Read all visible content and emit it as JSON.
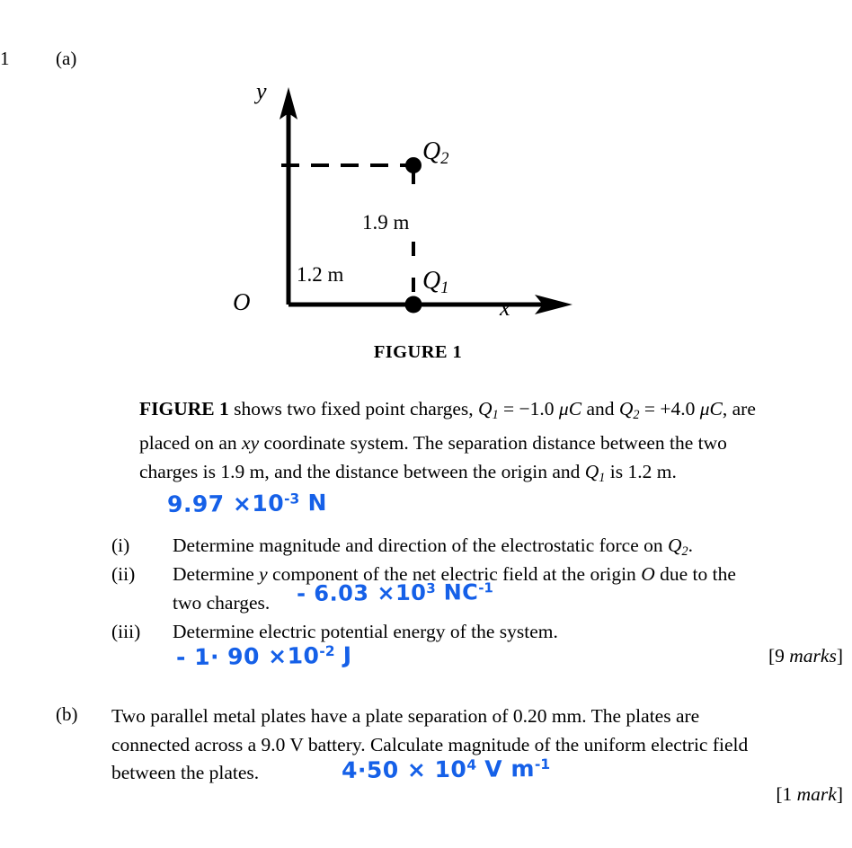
{
  "question": {
    "number": "1",
    "part_a_label": "(a)",
    "part_b_label": "(b)"
  },
  "figure": {
    "caption": "FIGURE 1",
    "axis_y_label": "y",
    "axis_x_label": "x",
    "origin_label": "O",
    "charge2_label": "Q",
    "charge2_sub": "2",
    "charge1_label": "Q",
    "charge1_sub": "1",
    "vertical_distance": "1.9 m",
    "horizontal_distance": "1.2 m"
  },
  "intro": {
    "bold_lead": "FIGURE 1",
    "text_1": " shows two fixed point charges, ",
    "q1_sym": "Q",
    "q1_sub": "1",
    "q1_value": " = −1.0 ",
    "q1_unit": "μC",
    "and": " and ",
    "q2_sym": "Q",
    "q2_sub": "2",
    "q2_value": " = +4.0 ",
    "q2_unit": "μC",
    "comma": ",",
    "text_2": "are placed on an ",
    "xy_italic": "xy",
    "text_3": " coordinate system. The separation distance between the two charges is 1.9 m, and the distance between the origin and ",
    "q1_sym_b": "Q",
    "q1_sub_b": "1",
    "text_4": " is 1.2 m."
  },
  "sub_items": [
    {
      "numeral": "(i)",
      "text_1": "Determine magnitude and direction of the electrostatic force on ",
      "sym": "Q",
      "sub": "2",
      "text_2": "."
    },
    {
      "numeral": "(ii)",
      "text_1": "Determine ",
      "italic_1": "y",
      "text_2": " component of the net electric field at the origin ",
      "italic_2": "O",
      "text_3": " due to the two charges."
    },
    {
      "numeral": "(iii)",
      "text_1": "Determine electric potential energy of the system.",
      "sym": "",
      "sub": "",
      "text_2": ""
    }
  ],
  "part_b": {
    "text": "Two parallel metal plates have a plate separation of 0.20 mm. The plates are connected across a 9.0 V battery. Calculate magnitude of the uniform electric field between the plates."
  },
  "marks": {
    "part_a": "[9 marks]",
    "part_a_number": "9",
    "part_a_word": "marks",
    "part_b": "[1 mark]",
    "part_b_number": "1",
    "part_b_word": "mark"
  },
  "handwritten_answers": {
    "ink_color": "#1560e8",
    "answer_i": {
      "mantissa": "9.97 ×10",
      "exponent": "-3",
      "unit": " N"
    },
    "answer_ii": {
      "mantissa": "- 6.03 ×10",
      "exponent": "3",
      "unit": " NC",
      "unit_exponent": "-1"
    },
    "answer_iii": {
      "mantissa": "- 1· 90 ×10",
      "exponent": "-2",
      "unit": " J"
    },
    "answer_b": {
      "mantissa": "4·50 × 10",
      "exponent": "4",
      "unit": " V m",
      "unit_exponent": "-1"
    }
  }
}
